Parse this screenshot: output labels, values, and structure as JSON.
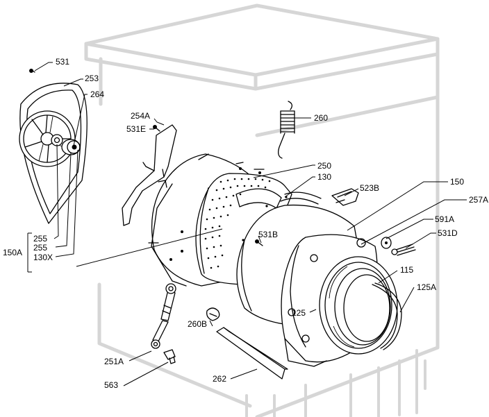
{
  "labels": {
    "l531": "531",
    "l253": "253",
    "l264": "264",
    "l254A": "254A",
    "l531E": "531E",
    "l260": "260",
    "l250": "250",
    "l130": "130",
    "l150": "150",
    "l523B": "523B",
    "l257A": "257A",
    "l591A": "591A",
    "l531D": "531D",
    "l531B": "531B",
    "l150A": "150A",
    "l255a": "255",
    "l255b": "255",
    "l130X": "130X",
    "l115": "115",
    "l125A": "125A",
    "l125": "125",
    "l260B": "260B",
    "l251A": "251A",
    "l563": "563",
    "l262": "262"
  }
}
